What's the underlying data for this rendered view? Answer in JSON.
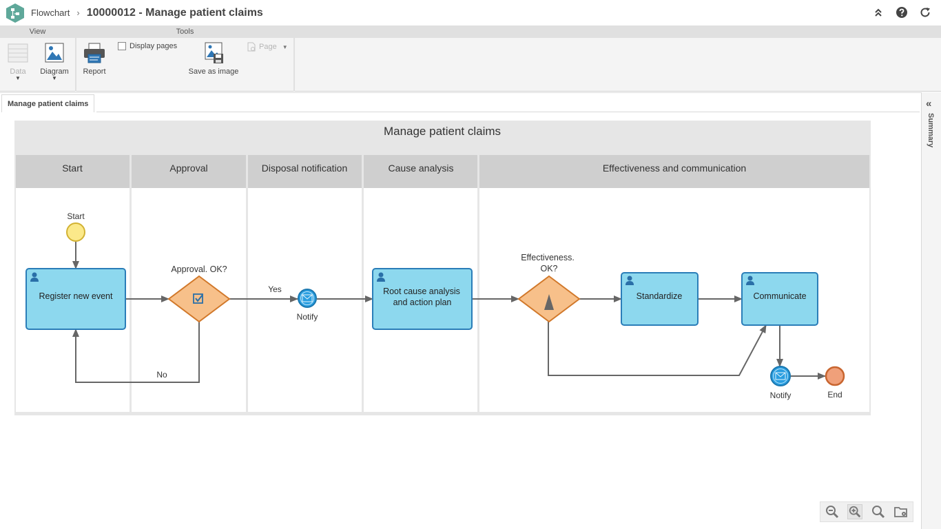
{
  "header": {
    "app_name": "Flowchart",
    "separator": "›",
    "document_title": "10000012 - Manage patient claims"
  },
  "ribbon": {
    "groups": {
      "view": "View",
      "tools": "Tools"
    },
    "data_label": "Data",
    "diagram_label": "Diagram",
    "report_label": "Report",
    "display_pages_label": "Display pages",
    "display_pages_checked": false,
    "save_image_label": "Save as image",
    "page_label": "Page"
  },
  "tab": {
    "label": "Manage patient claims"
  },
  "side_panel": {
    "label": "Summary"
  },
  "diagram": {
    "title": "Manage patient claims",
    "lanes": [
      {
        "label": "Start"
      },
      {
        "label": "Approval"
      },
      {
        "label": "Disposal notification"
      },
      {
        "label": "Cause analysis"
      },
      {
        "label": "Effectiveness and communication"
      }
    ],
    "nodes": {
      "start": "Start",
      "register": "Register new event",
      "approval_gateway": "Approval. OK?",
      "notify1": "Notify",
      "root_cause_1": "Root cause analysis",
      "root_cause_2": "and action plan",
      "effectiveness_1": "Effectiveness.",
      "effectiveness_2": "OK?",
      "standardize": "Standardize",
      "communicate": "Communicate",
      "notify2": "Notify",
      "end": "End"
    },
    "edge_labels": {
      "yes": "Yes",
      "no": "No"
    },
    "colors": {
      "task_fill": "#8dd8ee",
      "task_stroke": "#2a7db8",
      "gateway_fill": "#f7c08a",
      "gateway_stroke": "#d1782a",
      "start_fill": "#fbe98a",
      "start_stroke": "#d2b233",
      "end_fill": "#f0a07a",
      "end_stroke": "#c8652f",
      "event_fill": "#2a9ee0",
      "lane_header": "#cfcfcf",
      "pool_header": "#e3e3e3",
      "edge": "#666666"
    }
  }
}
